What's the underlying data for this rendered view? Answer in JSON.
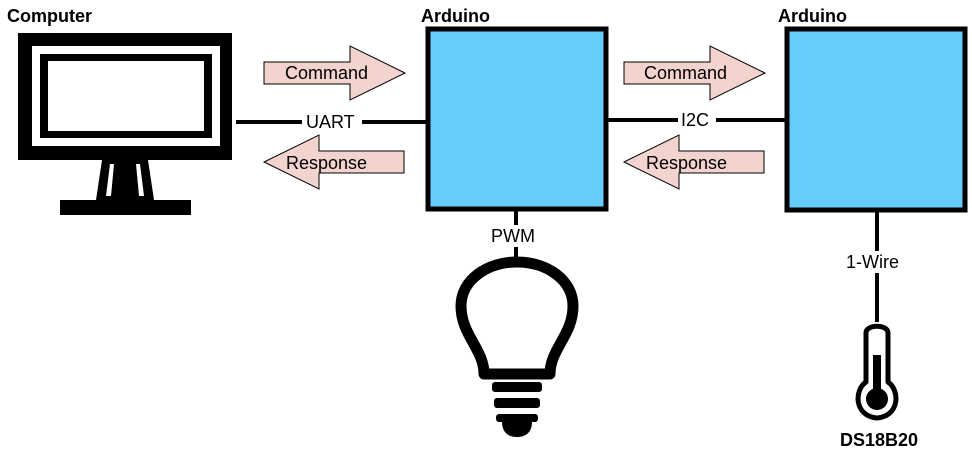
{
  "nodes": {
    "computer": {
      "label": "Computer"
    },
    "arduino_1": {
      "label": "Arduino"
    },
    "arduino_2": {
      "label": "Arduino"
    },
    "sensor": {
      "label": "DS18B20"
    }
  },
  "links": {
    "uart": {
      "label": "UART"
    },
    "i2c": {
      "label": "I2C"
    },
    "pwm": {
      "label": "PWM"
    },
    "onewire": {
      "label": "1-Wire"
    }
  },
  "arrows": {
    "uart_command": {
      "label": "Command",
      "direction": "right"
    },
    "uart_response": {
      "label": "Response",
      "direction": "left"
    },
    "i2c_command": {
      "label": "Command",
      "direction": "right"
    },
    "i2c_response": {
      "label": "Response",
      "direction": "left"
    }
  },
  "icons": {
    "computer": "monitor-icon",
    "lamp": "light-bulb-icon",
    "sensor": "thermometer-icon"
  },
  "colors": {
    "board_fill": "#66ccfa",
    "arrow_fill": "#f2d3cd",
    "stroke": "#000000"
  }
}
